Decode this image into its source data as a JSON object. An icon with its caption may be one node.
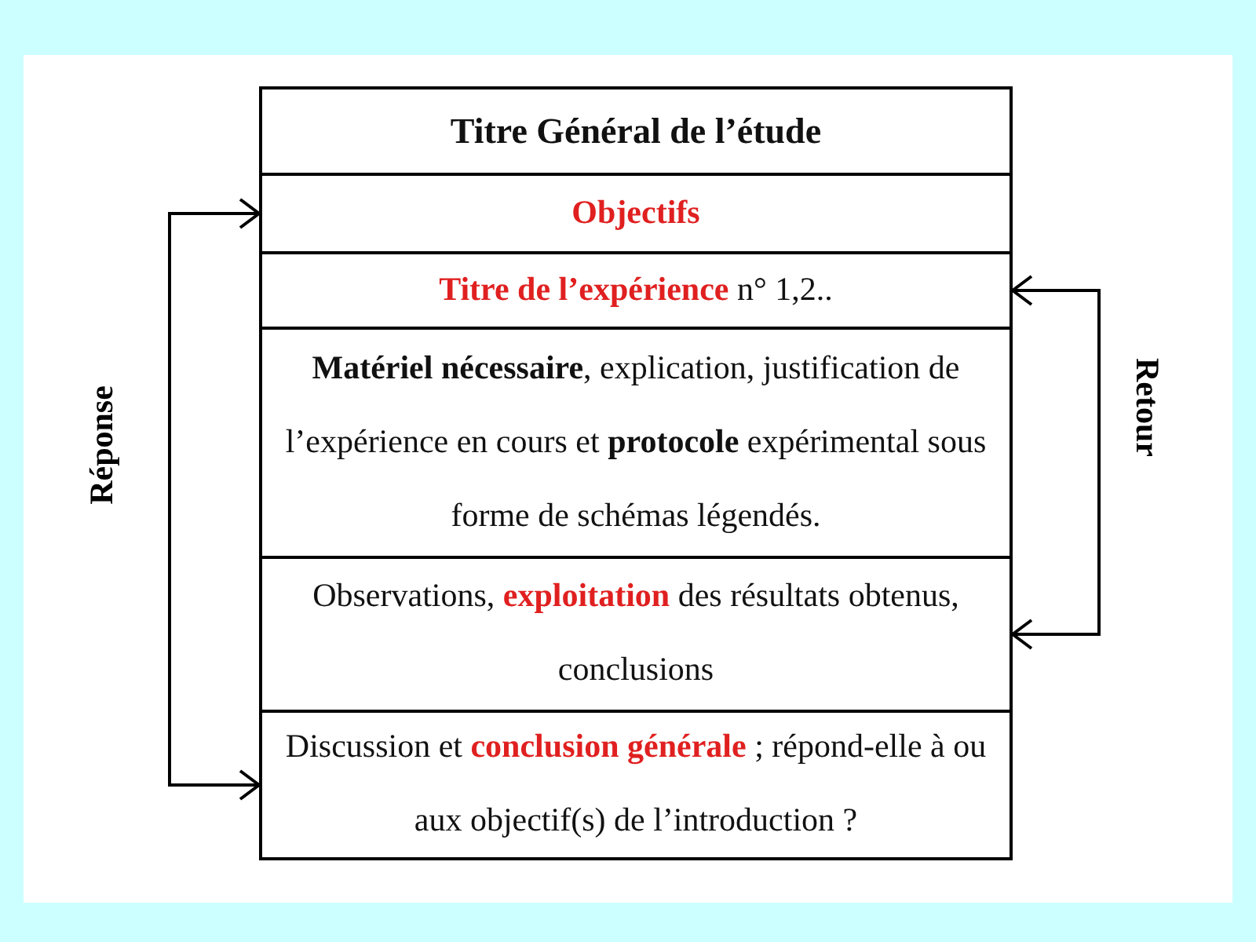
{
  "diagram": {
    "nodes": [
      {
        "text": [
          "Titre Général de l’étude"
        ]
      },
      {
        "text": [
          "Objectifs"
        ]
      },
      {
        "text": [
          "*Titre de l’expérience* n° 1,2.."
        ]
      },
      {
        "text": [
          "**Matériel nécessaire**, explication, justification de l’expérience en cours et **protocole** expérimental sous forme de schémas légendés."
        ]
      },
      {
        "text": [
          "Observations, *exploitation* des résultats obtenus, conclusions"
        ]
      },
      {
        "text": [
          "Discussion et *conclusion générale* ; répond-elle à ou aux objectif(s) de l’introduction ?"
        ]
      }
    ],
    "edges": [
      {
        "from": 5,
        "to": 1,
        "arrow": "both",
        "label": "Réponse"
      },
      {
        "from": 4,
        "to": 2,
        "arrow": "both",
        "label": "Retour"
      }
    ]
  }
}
